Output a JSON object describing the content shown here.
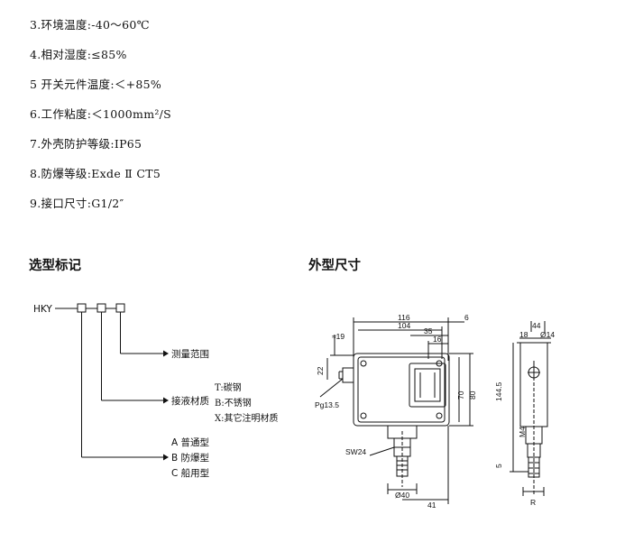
{
  "specs": [
    "3.环境温度:-40～60℃",
    "4.相对湿度:≤85%",
    "5 开关元件温度:＜+85%",
    "6.工作粘度:＜1000mm²/S",
    "7.外壳防护等级:IP65",
    "8.防爆等级:Exde Ⅱ CT5",
    "9.接口尺寸:G1/2″"
  ],
  "sections": {
    "model_heading": "选型标记",
    "dimension_heading": "外型尺寸"
  },
  "model_code": {
    "prefix": "HKY",
    "range_label": "测量范围",
    "material_label": "接液材质",
    "material_options": [
      "T:碳钢",
      "B:不锈钢",
      "X:其它注明材质"
    ],
    "type_options": [
      "A  普通型",
      "B  防爆型",
      "C  船用型"
    ]
  },
  "dimensions": {
    "d116": "116",
    "d104": "104",
    "d6": "6",
    "d35": "35",
    "d16": "16",
    "d19": "≈19",
    "d22": "22",
    "d70": "70",
    "d80": "80",
    "pg": "Pg13.5",
    "sw": "SW24",
    "phi40": "Ø40",
    "d41": "41",
    "side_44": "44",
    "side_18": "18",
    "side_phi14": "Ø14",
    "side_1445": "144.5",
    "side_m4": "M4",
    "side_5": "5",
    "side_r": "R"
  }
}
